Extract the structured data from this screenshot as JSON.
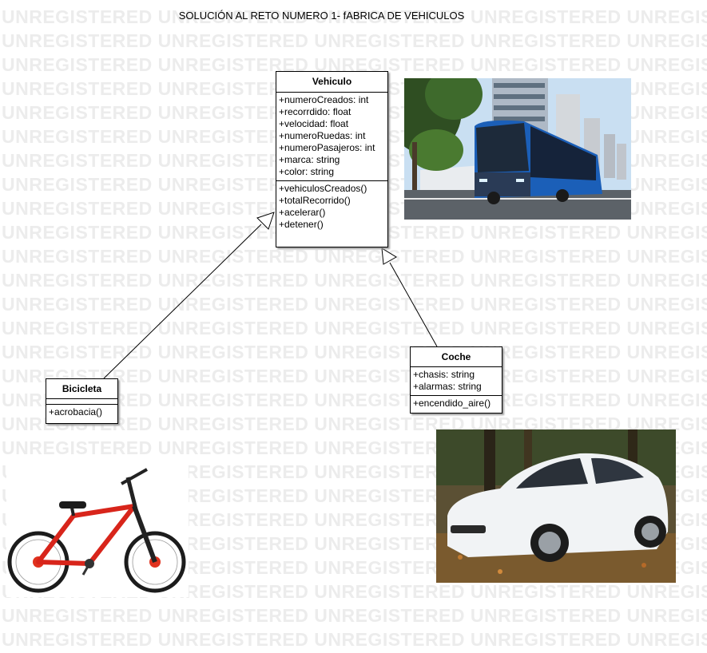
{
  "title": "SOLUCIÓN AL RETO NUMERO 1- fABRICA DE VEHICULOS",
  "watermark": "UNREGISTERED UNREGISTERED UNREGISTERED UNREGISTERED UNREGISTERED UNREGISTERED",
  "classes": {
    "vehiculo": {
      "name": "Vehiculo",
      "attributes": [
        "+numeroCreados: int",
        "+recorrdido: float",
        "+velocidad: float",
        "+numeroRuedas: int",
        "+numeroPasajeros: int",
        "+marca: string",
        "+color: string"
      ],
      "methods": [
        "+vehiculosCreados()",
        "+totalRecorrido()",
        "+acelerar()",
        "+detener()"
      ]
    },
    "bicicleta": {
      "name": "Bicicleta",
      "attributes": [],
      "methods": [
        "+acrobacia()"
      ]
    },
    "coche": {
      "name": "Coche",
      "attributes": [
        "+chasis: string",
        "+alarmas: string"
      ],
      "methods": [
        "+encendido_aire()"
      ]
    }
  }
}
